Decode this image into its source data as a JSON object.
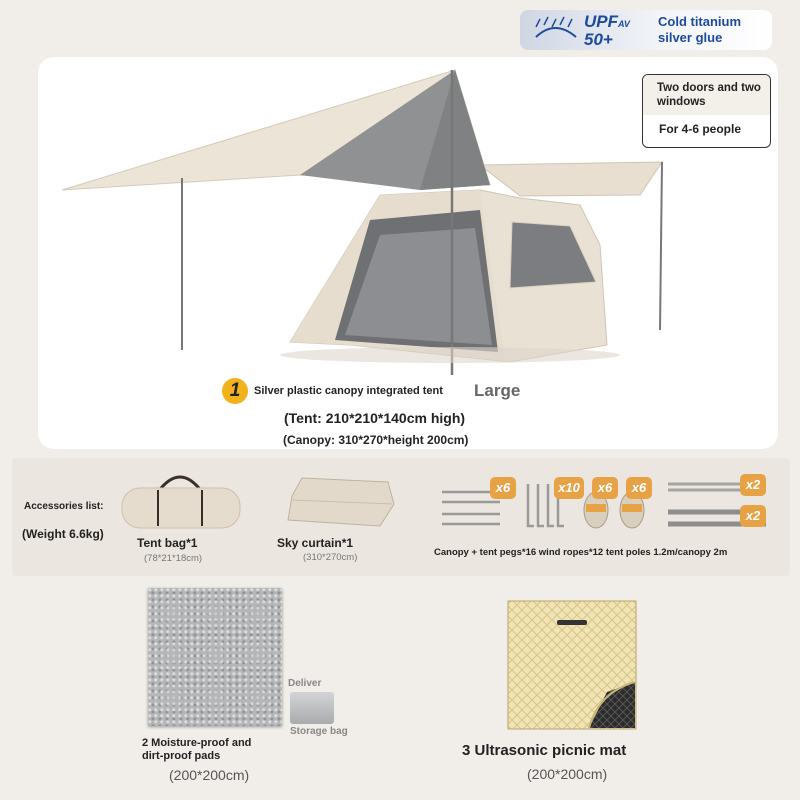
{
  "badge": {
    "upf": "UPF",
    "upf_sub": "AV",
    "upf_value": "50+",
    "glue_line1": "Cold titanium",
    "glue_line2": "silver glue"
  },
  "features": {
    "doors_windows": "Two doors and two windows",
    "capacity": "For 4-6 people"
  },
  "tent": {
    "number": "1",
    "name": "Silver plastic canopy integrated tent",
    "size": "Large",
    "tent_dim": "(Tent: 210*210*140cm high)",
    "canopy_dim": "(Canopy: 310*270*height 200cm)"
  },
  "accessories": {
    "title": "Accessories list:",
    "weight": "(Weight 6.6kg)",
    "tent_bag": "Tent bag*1",
    "tent_bag_size": "(78*21*18cm)",
    "sky_curtain": "Sky curtain*1",
    "sky_curtain_size": "(310*270cm)",
    "pegs_ropes_poles": "Canopy + tent pegs*16 wind ropes*12 tent poles 1.2m/canopy 2m",
    "qty_pegs_a": "x6",
    "qty_pegs_b": "x10",
    "qty_ropes_a": "x6",
    "qty_ropes_b": "x6",
    "qty_poles_a": "x2",
    "qty_poles_b": "x2"
  },
  "pads": {
    "deliver": "Deliver",
    "storage": "Storage bag",
    "label": "2 Moisture-proof and dirt-proof pads",
    "size": "(200*200cm)"
  },
  "mat": {
    "label": "3 Ultrasonic picnic mat",
    "size": "(200*200cm)"
  },
  "colors": {
    "background": "#f1eee9",
    "accent_orange": "#e7a245",
    "badge_yellow": "#f2b21c",
    "upf_blue": "#1d4a9c",
    "tent_beige": "#e6dccd",
    "canopy_silver": "#8b8d8f"
  }
}
